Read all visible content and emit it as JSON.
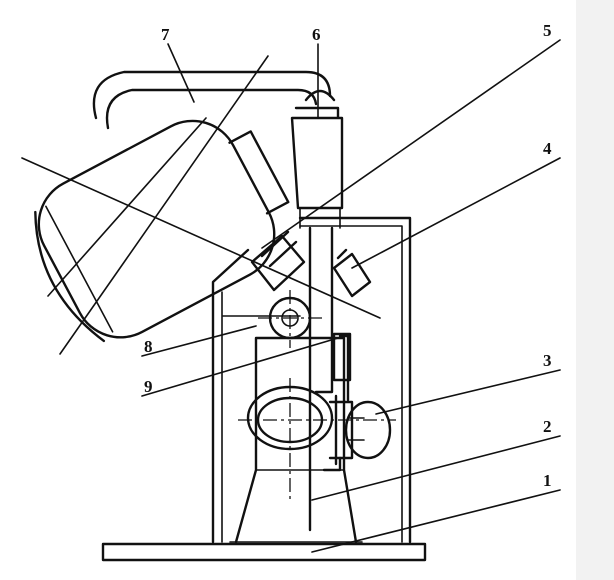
{
  "diagram": {
    "labels": [
      {
        "id": "1",
        "text": "1"
      },
      {
        "id": "2",
        "text": "2"
      },
      {
        "id": "3",
        "text": "3"
      },
      {
        "id": "4",
        "text": "4"
      },
      {
        "id": "5",
        "text": "5"
      },
      {
        "id": "6",
        "text": "6"
      },
      {
        "id": "7",
        "text": "7"
      },
      {
        "id": "8",
        "text": "8"
      },
      {
        "id": "9",
        "text": "9"
      }
    ]
  },
  "colors": {
    "ink": "#111111",
    "background": "#ffffff",
    "edge": "#f2f2f2"
  }
}
